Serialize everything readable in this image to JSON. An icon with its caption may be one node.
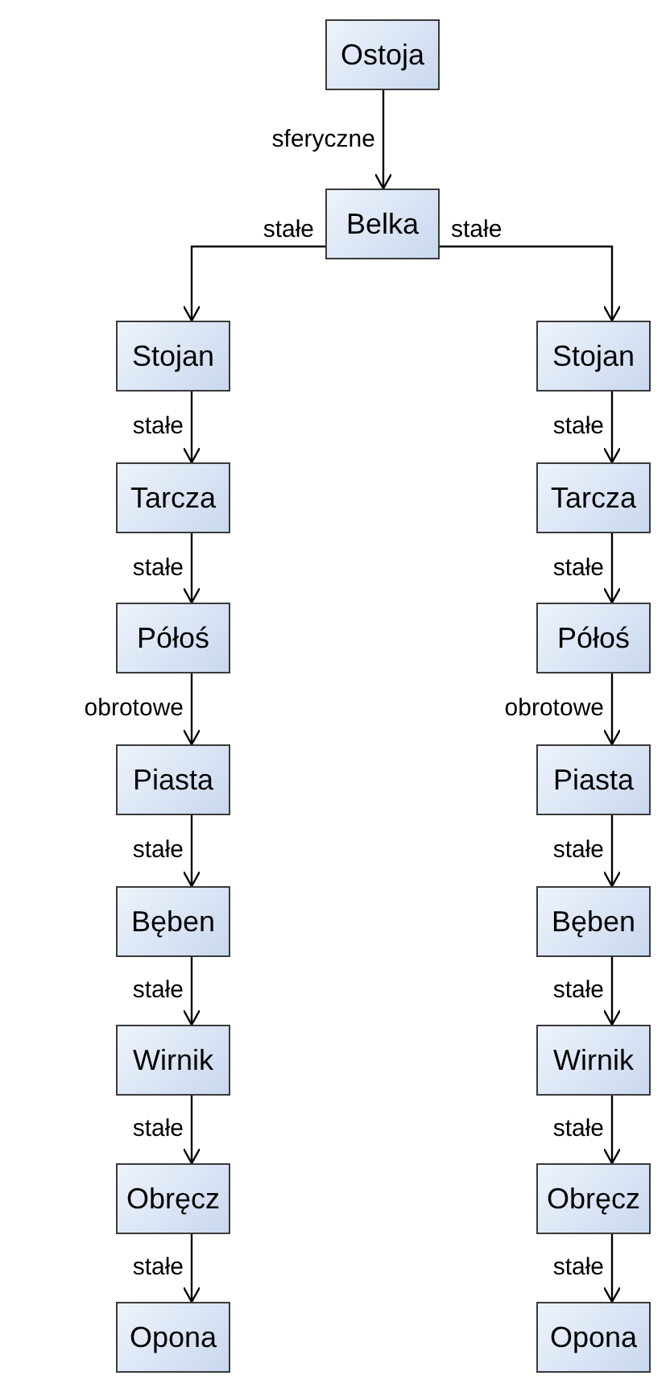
{
  "diagram": {
    "nodes": [
      {
        "text": [
          "Ostoja"
        ]
      },
      {
        "text": [
          "Belka"
        ]
      },
      {
        "text": [
          "Stojan"
        ]
      },
      {
        "text": [
          "Tarcza"
        ]
      },
      {
        "text": [
          "Półoś"
        ]
      },
      {
        "text": [
          "Piasta"
        ]
      },
      {
        "text": [
          "Bęben"
        ]
      },
      {
        "text": [
          "Wirnik"
        ]
      },
      {
        "text": [
          "Obręcz"
        ]
      },
      {
        "text": [
          "Opona"
        ]
      },
      {
        "text": [
          "Stojan"
        ]
      },
      {
        "text": [
          "Tarcza"
        ]
      },
      {
        "text": [
          "Półoś"
        ]
      },
      {
        "text": [
          "Piasta"
        ]
      },
      {
        "text": [
          "Bęben"
        ]
      },
      {
        "text": [
          "Wirnik"
        ]
      },
      {
        "text": [
          "Obręcz"
        ]
      },
      {
        "text": [
          "Opona"
        ]
      }
    ],
    "edges": [
      {
        "from": 0,
        "to": 1,
        "arrow": "to",
        "label": "sferyczne"
      },
      {
        "from": 1,
        "to": 2,
        "arrow": "to",
        "label": "stałe"
      },
      {
        "from": 1,
        "to": 10,
        "arrow": "to",
        "label": "stałe"
      },
      {
        "from": 2,
        "to": 3,
        "arrow": "to",
        "label": "stałe"
      },
      {
        "from": 3,
        "to": 4,
        "arrow": "to",
        "label": "stałe"
      },
      {
        "from": 4,
        "to": 5,
        "arrow": "to",
        "label": "obrotowe"
      },
      {
        "from": 5,
        "to": 6,
        "arrow": "to",
        "label": "stałe"
      },
      {
        "from": 6,
        "to": 7,
        "arrow": "to",
        "label": "stałe"
      },
      {
        "from": 7,
        "to": 8,
        "arrow": "to",
        "label": "stałe"
      },
      {
        "from": 8,
        "to": 9,
        "arrow": "to",
        "label": "stałe"
      },
      {
        "from": 10,
        "to": 11,
        "arrow": "to",
        "label": "stałe"
      },
      {
        "from": 11,
        "to": 12,
        "arrow": "to",
        "label": "stałe"
      },
      {
        "from": 12,
        "to": 13,
        "arrow": "to",
        "label": "obrotowe"
      },
      {
        "from": 13,
        "to": 14,
        "arrow": "to",
        "label": "stałe"
      },
      {
        "from": 14,
        "to": 15,
        "arrow": "to",
        "label": "stałe"
      },
      {
        "from": 15,
        "to": 16,
        "arrow": "to",
        "label": "stałe"
      },
      {
        "from": 16,
        "to": 17,
        "arrow": "to",
        "label": "stałe"
      }
    ]
  }
}
